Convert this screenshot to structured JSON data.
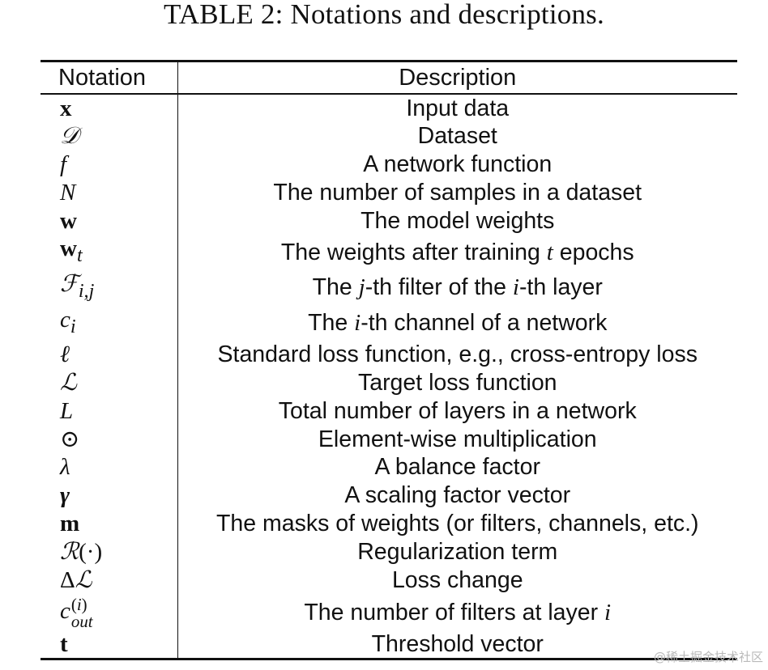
{
  "caption": "TABLE 2: Notations and descriptions.",
  "table": {
    "header": {
      "notation": "Notation",
      "description": "Description"
    },
    "rows": [
      {
        "notation": "<b>x</b>",
        "description": "Input data"
      },
      {
        "notation": "<i>𝒟</i>",
        "description": "Dataset"
      },
      {
        "notation": "<i>f</i>",
        "description": "A network function"
      },
      {
        "notation": "<i>N</i>",
        "description": "The number of samples in a dataset"
      },
      {
        "notation": "<b>w</b>",
        "description": "The model weights"
      },
      {
        "notation": "<b>w</b><sub><i>t</i></sub>",
        "description": "The weights after training <span class='m'>t</span> epochs"
      },
      {
        "notation": "<i>ℱ</i><sub><i>i,j</i></sub>",
        "description": "The <span class='m'>j</span>-th filter of the <span class='m'>i</span>-th layer"
      },
      {
        "notation": "<i>c</i><sub><i>i</i></sub>",
        "description": "The <span class='m'>i</span>-th channel of a network"
      },
      {
        "notation": "<i>ℓ</i>",
        "description": "Standard loss function, e.g., cross-entropy loss"
      },
      {
        "notation": "<i>ℒ</i>",
        "description": "Target loss function"
      },
      {
        "notation": "<i>L</i>",
        "description": "Total number of layers in a network"
      },
      {
        "notation": "⊙",
        "description": "Element-wise multiplication"
      },
      {
        "notation": "<i>λ</i>",
        "description": "A balance factor"
      },
      {
        "notation": "<b><i>γ</i></b>",
        "description": "A scaling factor vector"
      },
      {
        "notation": "<b>m</b>",
        "description": "The masks of weights (or filters, channels, etc.)"
      },
      {
        "notation": "<i>ℛ</i>(·)",
        "description": "Regularization term"
      },
      {
        "notation": "Δ<i>ℒ</i>",
        "description": "Loss change"
      },
      {
        "notation": "<i>c</i><span style='display:inline-block;vertical-align:middle;line-height:1;font-size:0.72em;margin-left:1px;'><span style='display:block;'>(<i>i</i>)</span><span style='display:block;'><i>out</i></span></span>",
        "description": "The number of filters at layer <span class='m'>i</span>"
      },
      {
        "notation": "<b>t</b>",
        "description": "Threshold vector"
      }
    ]
  },
  "watermark": "@稀土掘金技术社区"
}
